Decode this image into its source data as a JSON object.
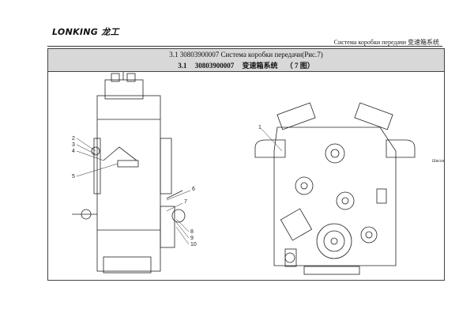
{
  "brand": {
    "name": "LONKING 龙工"
  },
  "header": {
    "section_title": "Система коробки передачи 变速箱系统"
  },
  "title": {
    "line1": "3.1 30803900007 Система коробки передачи(Рис.7)",
    "line2_num": "3.1",
    "line2_code": "30803900007",
    "line2_name": "变速箱系统",
    "line2_fig": "（ 7 图）"
  },
  "callouts": {
    "left": [
      "2",
      "3",
      "4",
      "5",
      "6",
      "7",
      "8",
      "9",
      "10"
    ],
    "right": [
      "1"
    ]
  },
  "side_label": "Шасси"
}
